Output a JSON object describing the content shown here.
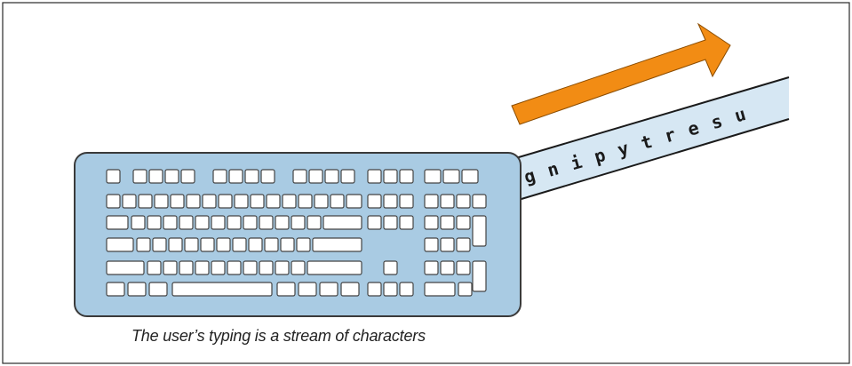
{
  "figure": {
    "stream_chars": [
      "g",
      "n",
      "i",
      "p",
      "y",
      "t",
      "r",
      "e",
      "s",
      "u"
    ],
    "caption": "The user’s typing is a stream of characters",
    "colors": {
      "frame": "#2a2a2a",
      "keyboard_body": "#a9cbe3",
      "keyboard_outline": "#3a3a3a",
      "key_fill": "#ffffff",
      "key_border": "#444444",
      "stream_band": "#d6e7f3",
      "arrow": "#f28c14",
      "arrow_outline": "#8a4c00"
    }
  }
}
